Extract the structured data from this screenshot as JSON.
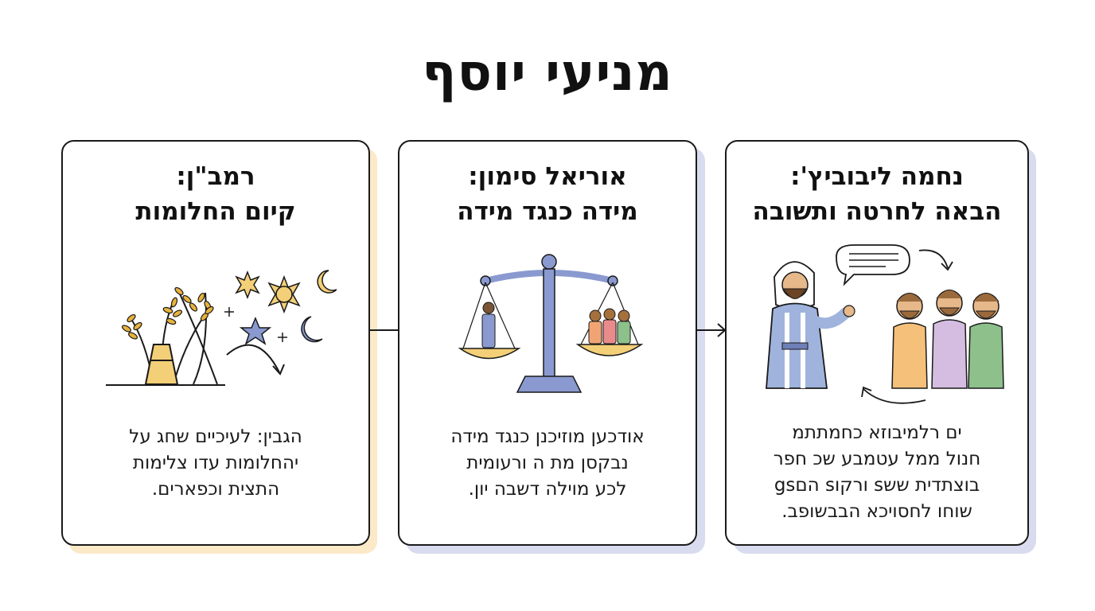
{
  "title": "מניעי יוסף",
  "colors": {
    "left_shadow": "#fbe9c8",
    "mid_shadow": "#d9dcef",
    "right_shadow": "#d9dcef",
    "border": "#1a1a1a",
    "blue": "#8a9ad0",
    "gold": "#e8b23c"
  },
  "cards": {
    "right": {
      "title_line1": "נחמה ליבוביץ':",
      "title_line2": "הבאה לחרטה ותשובה",
      "text": [
        "ים רלמיבוזא כחמתתמ",
        "חנול ממל עטמבע שכ חפר",
        "בוצתדית ששs ורקוs הםgs",
        "שוחו לחסויכא הבבשופב."
      ],
      "icons": [
        "joseph-figure-icon",
        "speech-bubble-icon",
        "brothers-group-icon",
        "curved-arrow-icon"
      ]
    },
    "middle": {
      "title_line1": "אוריאל סימון:",
      "title_line2": "מידה כנגד מידה",
      "text": [
        "אודכען מוזיכנן כנגד מידה",
        "נבקסן מת ה ורעומית",
        "לכע מוילה דשבה יון."
      ],
      "icons": [
        "balance-scale-icon"
      ]
    },
    "left": {
      "title_line1": "רמב\"ן:",
      "title_line2": "קיום החלומות",
      "text": [
        "הגבין: לעיכיים שחג על",
        "יהחלומות עדו צלימות",
        "התצית וכפארים."
      ],
      "icons": [
        "wheat-sheaves-icon",
        "sun-icon",
        "moon-icon",
        "star-icon",
        "curved-arrow-icon"
      ]
    }
  }
}
